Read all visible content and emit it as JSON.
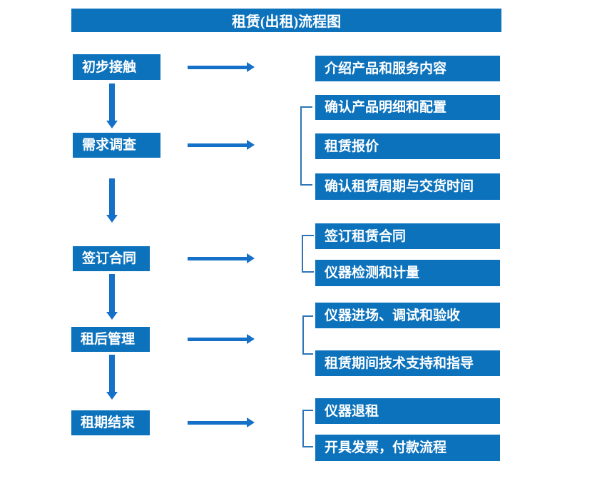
{
  "title": "租赁(出租)流程图",
  "colors": {
    "box_blue": "#0C72BC",
    "arrow_blue": "#1571C8",
    "bracket_blue": "#2E75B6",
    "text_white": "#FFFFFF"
  },
  "steps": [
    {
      "label": "初步接触",
      "details": [
        "介绍产品和服务内容"
      ]
    },
    {
      "label": "需求调查",
      "details": [
        "确认产品明细和配置",
        "租赁报价",
        "确认租赁周期与交货时间"
      ]
    },
    {
      "label": "签订合同",
      "details": [
        "签订租赁合同",
        "仪器检测和计量"
      ]
    },
    {
      "label": "租后管理",
      "details": [
        "仪器进场、调试和验收",
        "租赁期间技术支持和指导"
      ]
    },
    {
      "label": "租期结束",
      "details": [
        "仪器退租",
        "开具发票，付款流程"
      ]
    }
  ]
}
